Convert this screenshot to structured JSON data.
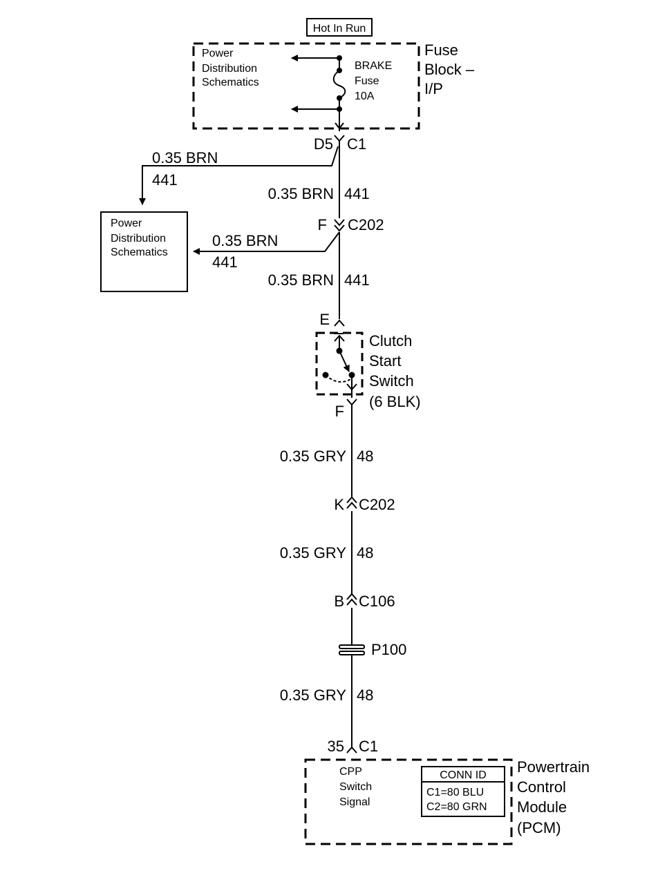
{
  "header": {
    "hot_label": "Hot In Run"
  },
  "fuse_block": {
    "pds_label": [
      "Power",
      "Distribution",
      "Schematics"
    ],
    "fuse_label": [
      "BRAKE",
      "Fuse",
      "10A"
    ],
    "title": [
      "Fuse",
      "Block –",
      "I/P"
    ],
    "conn_pin": "D5",
    "conn_id": "C1"
  },
  "wire_441_branch": {
    "gauge": "0.35 BRN",
    "circuit": "441"
  },
  "wire_441_a": {
    "gauge": "0.35 BRN",
    "circuit": "441"
  },
  "c202_top": {
    "pin": "F",
    "id": "C202"
  },
  "pds_box": {
    "label": [
      "Power",
      "Distribution",
      "Schematics"
    ],
    "wire_gauge": "0.35 BRN",
    "wire_circuit": "441"
  },
  "wire_441_b": {
    "gauge": "0.35 BRN",
    "circuit": "441"
  },
  "clutch_switch": {
    "pin_in": "E",
    "pin_out": "F",
    "title": [
      "Clutch",
      "Start",
      "Switch",
      "(6 BLK)"
    ]
  },
  "wire_48_a": {
    "gauge": "0.35 GRY",
    "circuit": "48"
  },
  "c202_bottom": {
    "pin": "K",
    "id": "C202"
  },
  "wire_48_b": {
    "gauge": "0.35 GRY",
    "circuit": "48"
  },
  "c106": {
    "pin": "B",
    "id": "C106"
  },
  "splice": {
    "id": "P100"
  },
  "wire_48_c": {
    "gauge": "0.35 GRY",
    "circuit": "48"
  },
  "pcm": {
    "pin": "35",
    "conn": "C1",
    "signal": [
      "CPP",
      "Switch",
      "Signal"
    ],
    "conn_table_header": "CONN ID",
    "conn_table_rows": [
      "C1=80 BLU",
      "C2=80 GRN"
    ],
    "title": [
      "Powertrain",
      "Control",
      "Module",
      "(PCM)"
    ]
  }
}
